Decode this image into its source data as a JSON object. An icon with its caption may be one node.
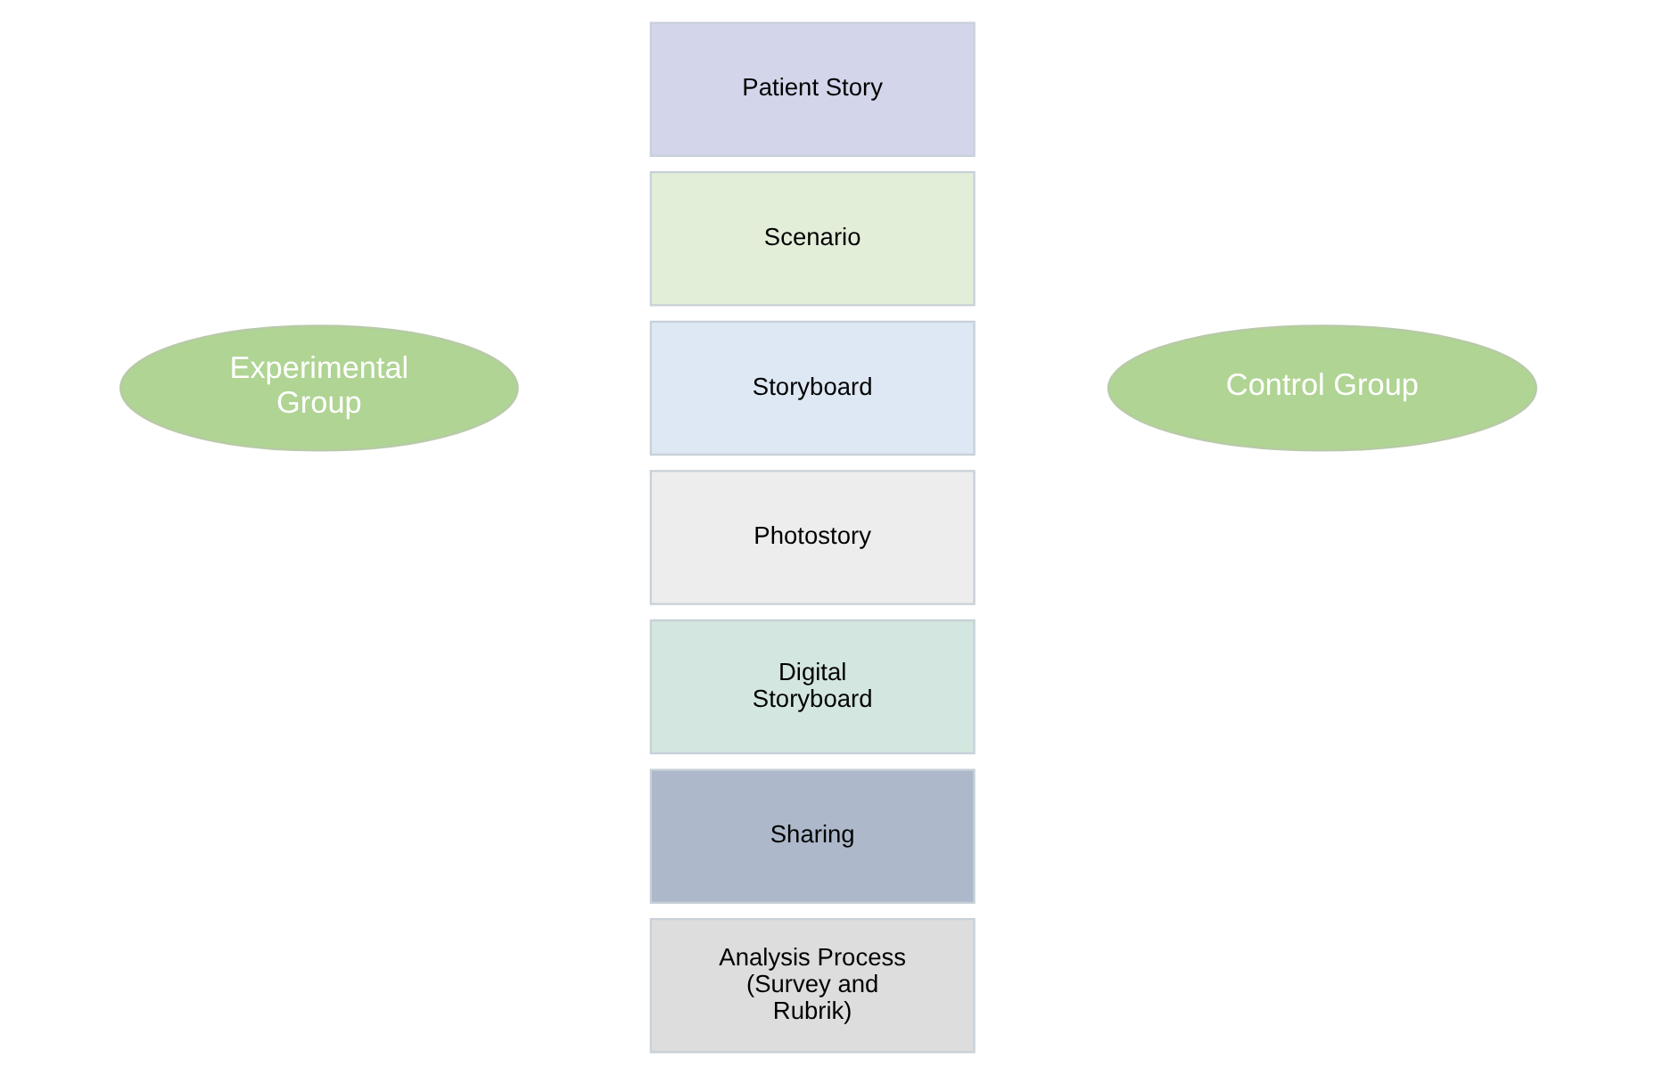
{
  "diagram": {
    "nodes": [
      {
        "text": [
          "Experimental Group"
        ]
      },
      {
        "text": [
          "Patient Story"
        ]
      },
      {
        "text": [
          "Scenario"
        ]
      },
      {
        "text": [
          "Storyboard"
        ]
      },
      {
        "text": [
          "Photostory"
        ]
      },
      {
        "text": [
          "Digital Storyboard"
        ]
      },
      {
        "text": [
          "Sharing"
        ]
      },
      {
        "text": [
          "Analysis Process (Survey and Rubrik)"
        ]
      },
      {
        "text": [
          "Control Group"
        ]
      }
    ],
    "edges": []
  }
}
